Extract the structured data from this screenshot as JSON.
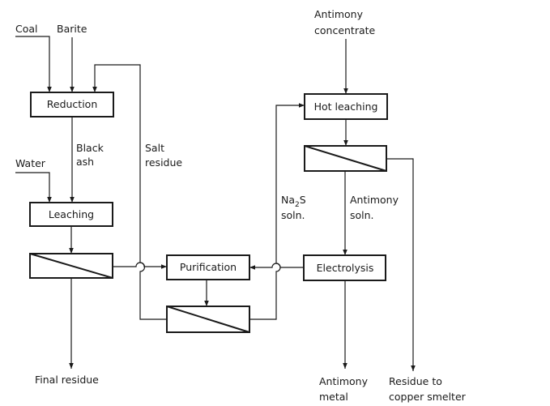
{
  "diagram": {
    "inputs": {
      "coal": "Coal",
      "barite": "Barite",
      "water": "Water",
      "antimony_concentrate": [
        "Antimony",
        "concentrate"
      ]
    },
    "processes": {
      "reduction": "Reduction",
      "leaching": "Leaching",
      "purification": "Purification",
      "hot_leaching": "Hot leaching",
      "electrolysis": "Electrolysis"
    },
    "streams": {
      "black_ash": [
        "Black",
        "ash"
      ],
      "salt_residue": [
        "Salt",
        "residue"
      ],
      "na2s_base": "Na",
      "na2s_sub": "2",
      "na2s_tail": "S",
      "na2s_line2": "soln.",
      "antimony_soln": [
        "Antimony",
        "soln."
      ]
    },
    "outputs": {
      "final_residue": "Final residue",
      "antimony_metal": [
        "Antimony",
        "metal"
      ],
      "residue_copper": [
        "Residue to",
        "copper smelter"
      ]
    },
    "colors": {
      "ink": "#1a1a1a",
      "background": "#ffffff"
    }
  }
}
